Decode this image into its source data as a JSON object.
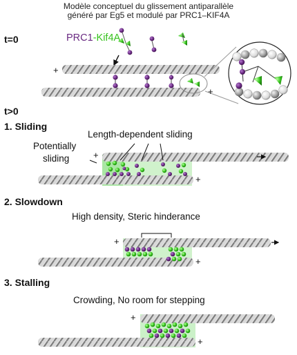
{
  "title": {
    "line1": "Modèle conceptuel du glissement antiparallèle",
    "line2": "généré par Eg5 et modulé par PRC1–KIF4A"
  },
  "t0": {
    "label": "t=0",
    "legend_prc1": "PRC1",
    "legend_sep": "-",
    "legend_kif4a": "Kif4A"
  },
  "tgt0": {
    "label": "t>0",
    "sliding": {
      "heading": "1. Sliding",
      "length_dependent": "Length-dependent sliding",
      "potentially_line1": "Potentially",
      "potentially_line2": "sliding"
    },
    "slowdown": {
      "heading": "2. Slowdown",
      "caption": "High density, Steric hinderance"
    },
    "stalling": {
      "heading": "3. Stalling",
      "caption": "Crowding, No room for stepping"
    }
  },
  "polarity": {
    "plus": "+"
  },
  "colors": {
    "prc1": "#6a2a82",
    "kif4a": "#35c21c",
    "microtubule": "#9a9a9a",
    "overlap_highlight": "#9fe39a"
  }
}
